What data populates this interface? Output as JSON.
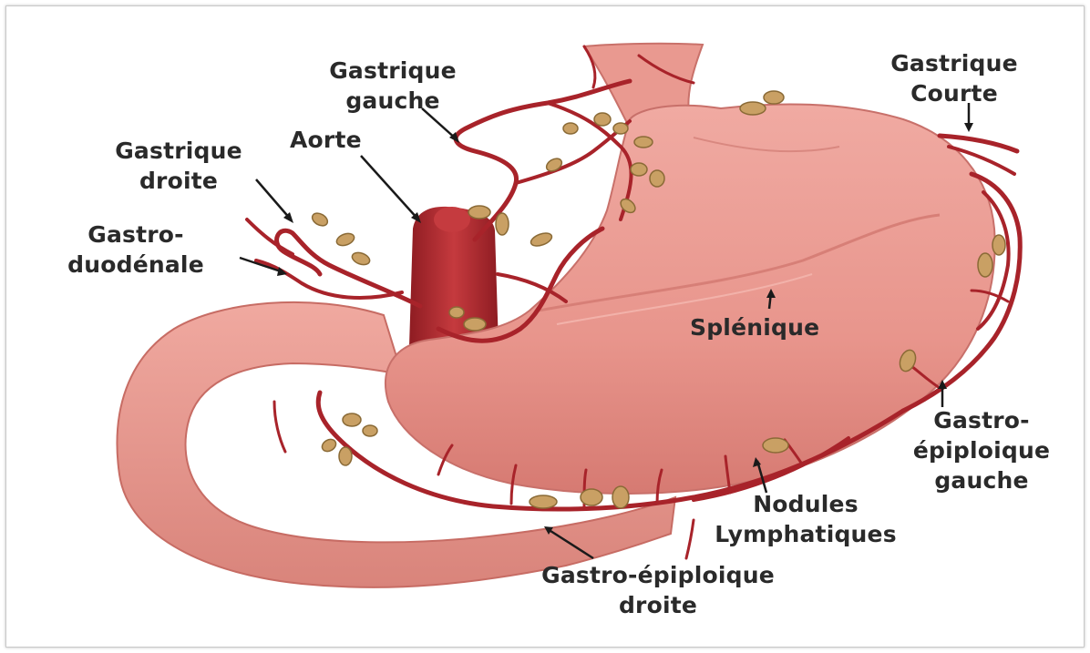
{
  "labels": {
    "gastrique_gauche": [
      "Gastrique",
      "gauche"
    ],
    "aorte": "Aorte",
    "gastrique_droite": [
      "Gastrique",
      "droite"
    ],
    "gastro_duodenale": [
      "Gastro-",
      "duodénale"
    ],
    "gastrique_courte": [
      "Gastrique",
      "Courte"
    ],
    "splenique": "Splénique",
    "gastro_epiploique_gauche": [
      "Gastro-",
      "épiploique",
      "gauche"
    ],
    "nodules_lymphatiques": [
      "Nodules",
      "Lymphatiques"
    ],
    "gastro_epiploique_droite": [
      "Gastro-épiploique",
      "droite"
    ]
  },
  "colors": {
    "stomach": "#ec9c93",
    "stomach_shadow": "#d87d75",
    "artery": "#a8232a",
    "node": "#c8a062"
  }
}
